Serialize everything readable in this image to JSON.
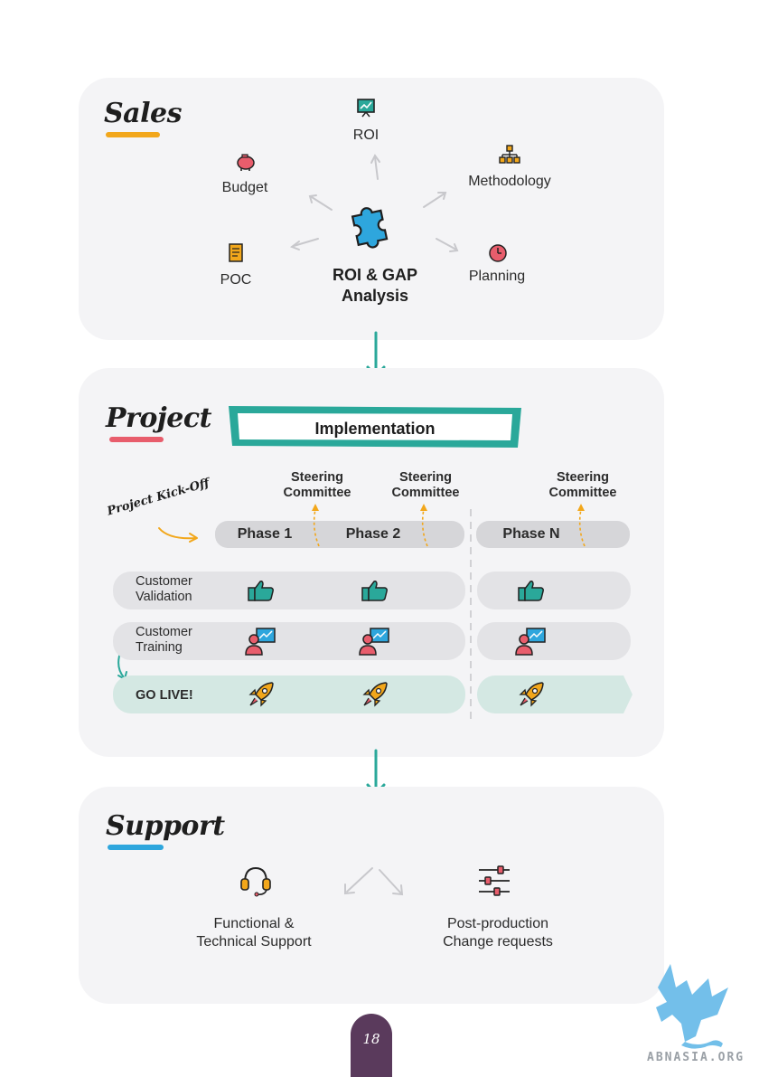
{
  "sales": {
    "title": "Sales",
    "center_line1": "ROI & GAP",
    "center_line2": "Analysis",
    "items": {
      "roi": "ROI",
      "budget": "Budget",
      "methodology": "Methodology",
      "poc": "POC",
      "planning": "Planning"
    }
  },
  "project": {
    "title": "Project",
    "banner": "Implementation",
    "kickoff": "Project Kick-Off",
    "steering1_line1": "Steering",
    "steering1_line2": "Committee",
    "steering2_line1": "Steering",
    "steering2_line2": "Committee",
    "steering3_line1": "Steering",
    "steering3_line2": "Committee",
    "phase1": "Phase 1",
    "phase2": "Phase 2",
    "phaseN": "Phase N",
    "validation_line1": "Customer",
    "validation_line2": "Validation",
    "training_line1": "Customer",
    "training_line2": "Training",
    "golive": "GO LIVE!"
  },
  "support": {
    "title": "Support",
    "functional_line1": "Functional &",
    "functional_line2": "Technical Support",
    "postprod_line1": "Post-production",
    "postprod_line2": "Change requests"
  },
  "page_number": "18",
  "watermark": "ABNASIA.ORG",
  "colors": {
    "teal": "#2aa89a",
    "orange": "#f2a71b",
    "pink": "#e85d6c",
    "blue": "#2ea6dd",
    "purple": "#5a3a5c",
    "card": "#f4f4f6"
  }
}
